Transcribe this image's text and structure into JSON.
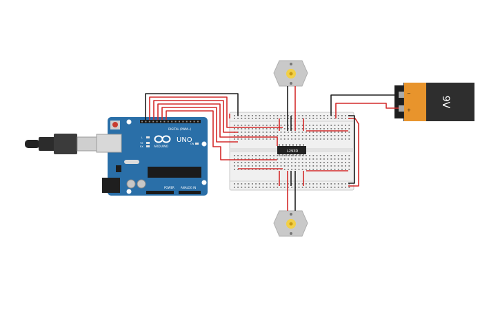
{
  "arduino": {
    "board_name": "UNO",
    "brand": "ARDUINO",
    "digital_header": "DIGITAL (PWM~)",
    "power_header": "POWER",
    "analog_header": "ANALOG IN",
    "led_tx": "TX",
    "led_rx": "RX",
    "led_l": "L",
    "led_on": "ON"
  },
  "driver_chip": {
    "label": "L293D"
  },
  "battery": {
    "label": "9V",
    "minus_sign": "−",
    "plus_sign": "+"
  },
  "colors": {
    "arduino_board": "#2a6fa8",
    "wire_red": "#d42a2a",
    "wire_black": "#1e1e1e",
    "battery_body": "#2e2e2e",
    "battery_cap": "#e8942c",
    "breadboard": "#f0f0f0",
    "motor_body": "#c9c9c9",
    "motor_shaft": "#f2d048"
  }
}
